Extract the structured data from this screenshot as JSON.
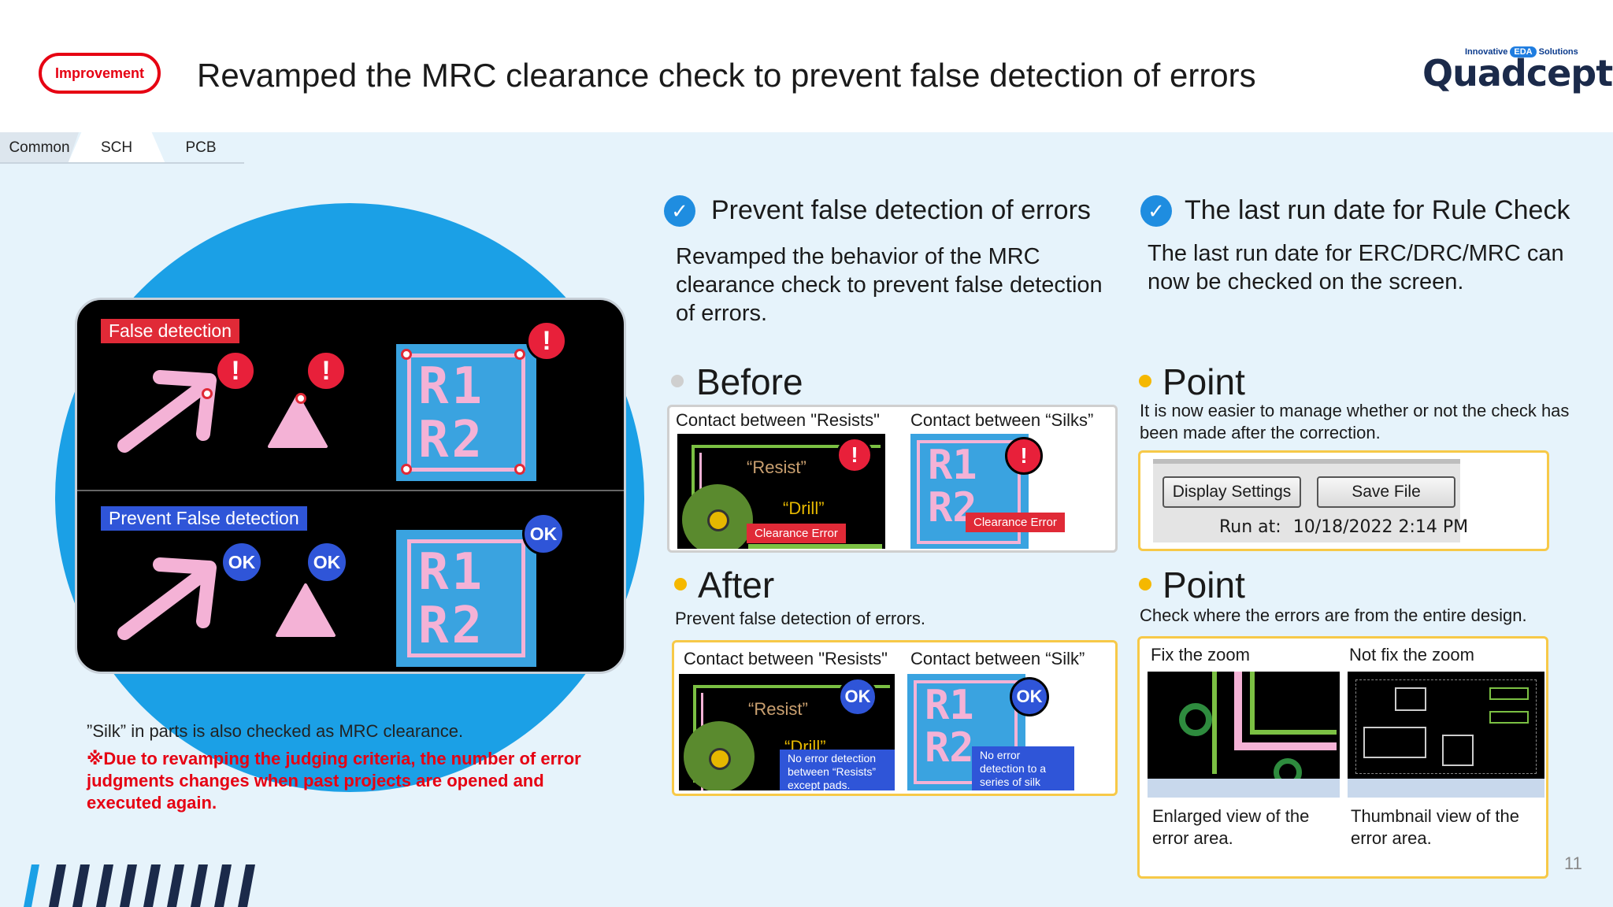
{
  "header": {
    "badge": "Improvement",
    "title": "Revamped the MRC clearance check to prevent false detection of errors",
    "logo_tagline_left": "Innovative",
    "logo_tagline_mid": "EDA",
    "logo_tagline_right": "Solutions",
    "logo": "Quadcept"
  },
  "tabs": [
    {
      "label": "Common"
    },
    {
      "label": "SCH"
    },
    {
      "label": "PCB"
    }
  ],
  "illustration": {
    "false_label": "False detection",
    "prevent_label": "Prevent False detection",
    "error_mark": "!",
    "ok_mark": "OK",
    "r_text_1": "R1",
    "r_text_2": "R2"
  },
  "notes": {
    "silk_note": "”Silk” in parts is also checked as MRC clearance.",
    "warning": "※Due to revamping the judging criteria, the number of error judgments changes when past projects are opened and executed again."
  },
  "section_prevent": {
    "heading": "Prevent false detection of errors",
    "body": "Revamped the behavior of the MRC clearance check to prevent false detection of errors."
  },
  "section_lastrun": {
    "heading": "The last run date for Rule Check",
    "body": "The last run date for ERC/DRC/MRC can now be checked on the screen."
  },
  "before": {
    "heading": "Before",
    "cap_left": "Contact between \"Resists\"",
    "cap_right": "Contact between “Silks”",
    "resist_label": "“Resist”",
    "drill_label": "“Drill”",
    "tag_left": "Clearance Error",
    "tag_right": "Clearance Error"
  },
  "after": {
    "heading": "After",
    "body": "Prevent false detection of errors.",
    "cap_left": "Contact between \"Resists\"",
    "cap_right": "Contact between “Silk”",
    "resist_label": "“Resist”",
    "drill_label": "“Drill”",
    "tag_left": "No error detection between “Resists” except pads.",
    "tag_right": "No error detection to a series of silk"
  },
  "point1": {
    "heading": "Point",
    "body": "It is now easier to manage whether or not the check has been made after the correction.",
    "btn_display": "Display Settings",
    "btn_save": "Save File",
    "run_label": "Run at:",
    "run_value": "10/18/2022 2:14 PM"
  },
  "point2": {
    "heading": "Point",
    "body": "Check where the errors are from the entire design.",
    "cap_left": "Fix the zoom",
    "cap_right": "Not fix the zoom",
    "desc_left": "Enlarged view of the error area.",
    "desc_right": "Thumbnail view of the error area."
  },
  "page_number": "11",
  "colors": {
    "accent_red": "#e60012",
    "accent_blue": "#1f8de0",
    "point_yellow": "#f5b800",
    "before_gray": "#cfcfcf",
    "frame_yellow": "#f7c948"
  }
}
